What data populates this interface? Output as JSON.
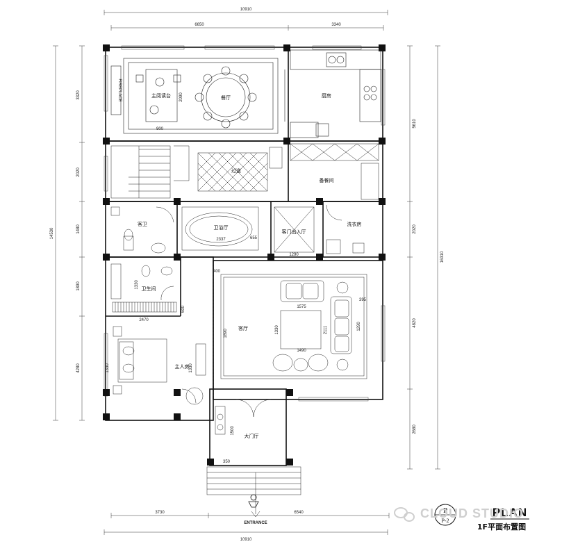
{
  "dimensions": {
    "top_total": "10910",
    "top_left": "6650",
    "top_right": "3340",
    "bottom_left": "3730",
    "bottom_right": "6540",
    "bottom_total": "10910",
    "left_1": "3320",
    "left_2": "2020",
    "left_3": "1480",
    "left_4": "1890",
    "left_5": "4280",
    "left_total": "14530",
    "right_1": "5610",
    "right_2": "2020",
    "right_3": "4820",
    "right_4": "2680",
    "right_total": "16310",
    "dining_width": "900",
    "dining_height": "2090",
    "bath_width": "2337",
    "bath_small": "655",
    "hall_width": "1290",
    "living_width_top": "1575",
    "living_width_bottom": "1490",
    "living_depth": "1330",
    "living_depth_2": "2111",
    "sofa_depth": "395",
    "sofa_len": "1290",
    "closet_width": "2470",
    "bed_width": "1330",
    "entrance_depth": "1500",
    "entrance_step": "350",
    "living_left": "1890",
    "living_top": "400",
    "wc_dim": "1330",
    "wardrobe_h": "600",
    "bedroom_dim": "1390",
    "master_dim": "1330"
  },
  "rooms": {
    "study": "主阅读台",
    "dining": "餐厅",
    "kitchen": "厨房",
    "corridor": "过道",
    "pantry": "备餐间",
    "guest_bath": "客卫",
    "bath_hall": "卫浴厅",
    "entry_hall": "客门出入厅",
    "laundry": "洗衣房",
    "wc": "卫生间",
    "living": "客厅",
    "master": "主人房",
    "foyer": "大门厅",
    "fireplace": "FIREPLACE",
    "entrance": "ENTRANCE"
  },
  "title": {
    "symbol_top": "P",
    "symbol_bottom": "P-2",
    "plan": "PLAN",
    "subtitle": "1F平面布置图",
    "watermark": "CLOUD STUDIO"
  }
}
